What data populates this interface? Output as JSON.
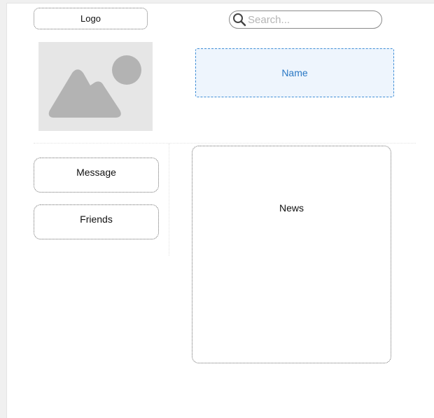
{
  "header": {
    "logo_label": "Logo",
    "search": {
      "placeholder": "Search...",
      "value": ""
    }
  },
  "profile": {
    "avatar_icon": "image-placeholder-icon",
    "name_label": "Name"
  },
  "sidebar": {
    "items": [
      {
        "label": "Message"
      },
      {
        "label": "Friends"
      }
    ]
  },
  "main": {
    "news_label": "News"
  },
  "colors": {
    "name_box_border": "#3f8ed6",
    "name_box_fill": "#eef5fd",
    "name_text": "#2a78c4",
    "placeholder_bg": "#e6e6e6",
    "placeholder_shape": "#b3b3b3"
  }
}
